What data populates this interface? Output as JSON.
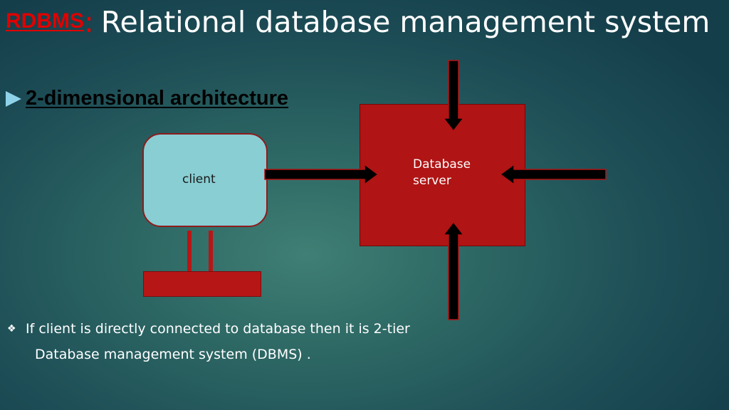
{
  "slide": {
    "title_acronym": "RDBMS",
    "title_colon": ":",
    "title_rest": "Relational database management system",
    "subheading": "2-dimensional architecture",
    "bullet_line_1": "If client is directly connected to database then it is 2-tier",
    "bullet_line_2": "Database management system (DBMS) .",
    "bullet_glyph": "❖",
    "colors": {
      "accent_red": "#e00000",
      "server_red": "#b01414",
      "client_fill": "#88ced3",
      "bullet_arrow": "#8fd3ea",
      "arrow_black": "#000000"
    }
  },
  "diagram": {
    "client_label": "client",
    "server_label_line_1": "Database",
    "server_label_line_2": "server",
    "icons": [
      "bullet-arrow-icon",
      "diamond-bullet-icon"
    ]
  }
}
